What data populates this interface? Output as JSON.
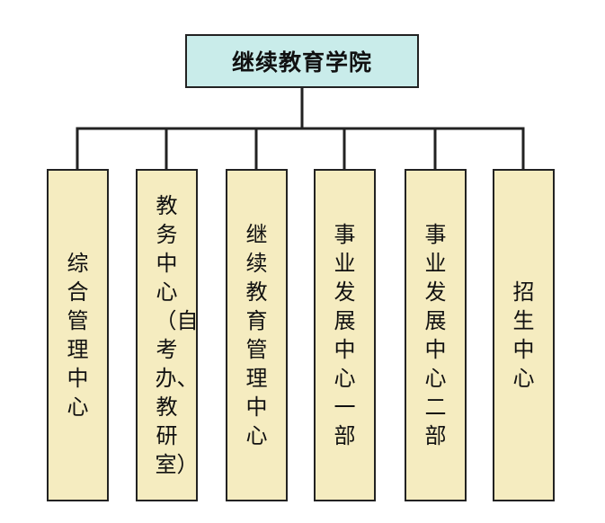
{
  "org_chart": {
    "root": {
      "title": "继续教育学院"
    },
    "departments": [
      {
        "label": "综合管理中心"
      },
      {
        "label": "教务中心（自考办、教研室）"
      },
      {
        "label": "继续教育管理中心"
      },
      {
        "label": "事业发展中心一部"
      },
      {
        "label": "事业发展中心二部"
      },
      {
        "label": "招生中心"
      }
    ]
  },
  "colors": {
    "root_fill": "#c9ecea",
    "department_fill": "#f5ecc0",
    "border": "#222222",
    "connector": "#222222"
  }
}
